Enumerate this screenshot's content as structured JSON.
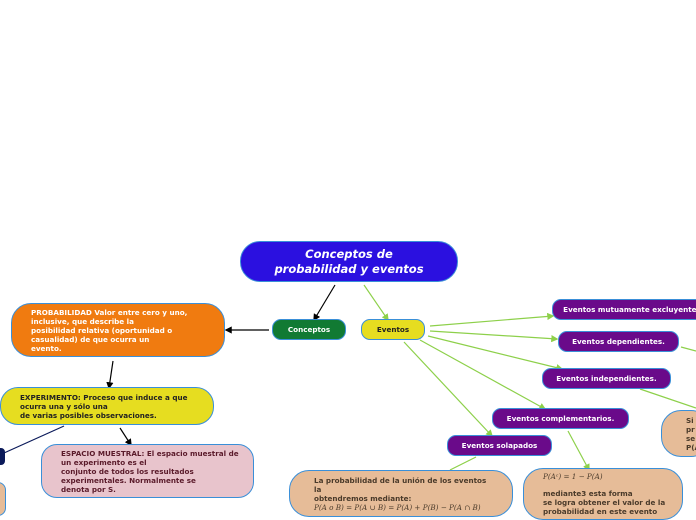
{
  "root": {
    "title": "Conceptos de\nprobabilidad y eventos"
  },
  "branches": {
    "conceptos": "Conceptos",
    "eventos": "Eventos"
  },
  "conceptos": {
    "probabilidad": "PROBABILIDAD Valor entre cero y uno,\ninclusive, que describe la\nposibilidad relativa (oportunidad o\ncasualidad) de que ocurra un\nevento.",
    "experimento": "EXPERIMENTO: Proceso que induce a que\nocurra una y sólo una\nde varias posibles observaciones.",
    "espacio": "ESPACIO MUESTRAL: El espacio muestral de\nun experimento es el\nconjunto de todos los resultados\nexperimentales. Normalmente se\ndenota por S."
  },
  "eventos": {
    "mutuamente": "Eventos mutuamente excluyentes",
    "dependientes": "Eventos dependientes.",
    "independientes": "Eventos independientes.",
    "complementarios": "Eventos complementarios.",
    "solapados": "Eventos solapados"
  },
  "details": {
    "union_line1": "La probabilidad de la unión de los eventos\nla\n obtendremos mediante:",
    "union_formula": "P(A o B) = P(A ∪ B) = P(A) + P(B) − P(A ∩ B)",
    "compl_formula": "P(Aᶜ) = 1 − P(A)",
    "compl_text": "mediante3 esta forma\nse logra obtener el valor de la\nprobabilidad en este evento",
    "si_text": "Si\npr\nse\nP(A"
  },
  "colors": {
    "root": "#2b10e0",
    "conceptos": "#117a33",
    "eventos": "#e6dd20",
    "probabilidad": "#f07b10",
    "espacio": "#e8c4cc",
    "event_nodes": "#6a0a8a",
    "detail_nodes": "#e6bc98",
    "green_links": "#8dd04a",
    "black_links": "#000000"
  }
}
